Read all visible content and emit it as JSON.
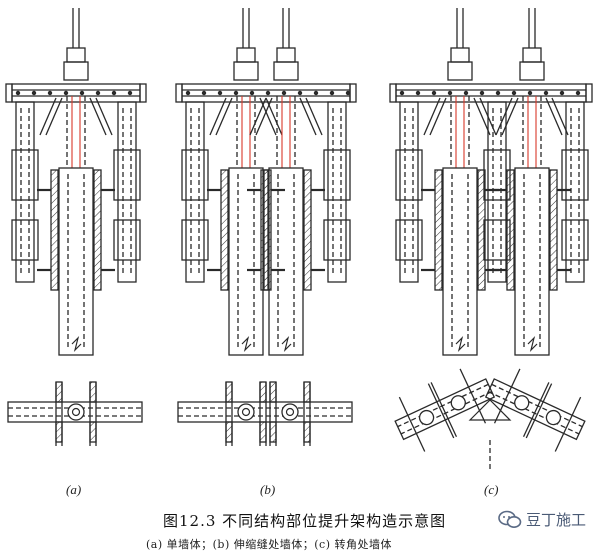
{
  "figure": {
    "panels": [
      {
        "id": "a",
        "label": "(a)",
        "hoists": 1
      },
      {
        "id": "b",
        "label": "(b)",
        "hoists": 2
      },
      {
        "id": "c",
        "label": "(c)",
        "hoists": 2
      }
    ],
    "caption_title": "图12.3  不同结构部位提升架构造示意图",
    "caption_sub": "(a) 单墙体；(b) 伸缩缝处墙体；(c) 转角处墙体"
  },
  "watermark": {
    "text": "豆丁施工",
    "icon": "wechat-icon"
  },
  "colors": {
    "line": "#2a2a2a",
    "accent": "#d93a2b",
    "background": "#ffffff"
  }
}
